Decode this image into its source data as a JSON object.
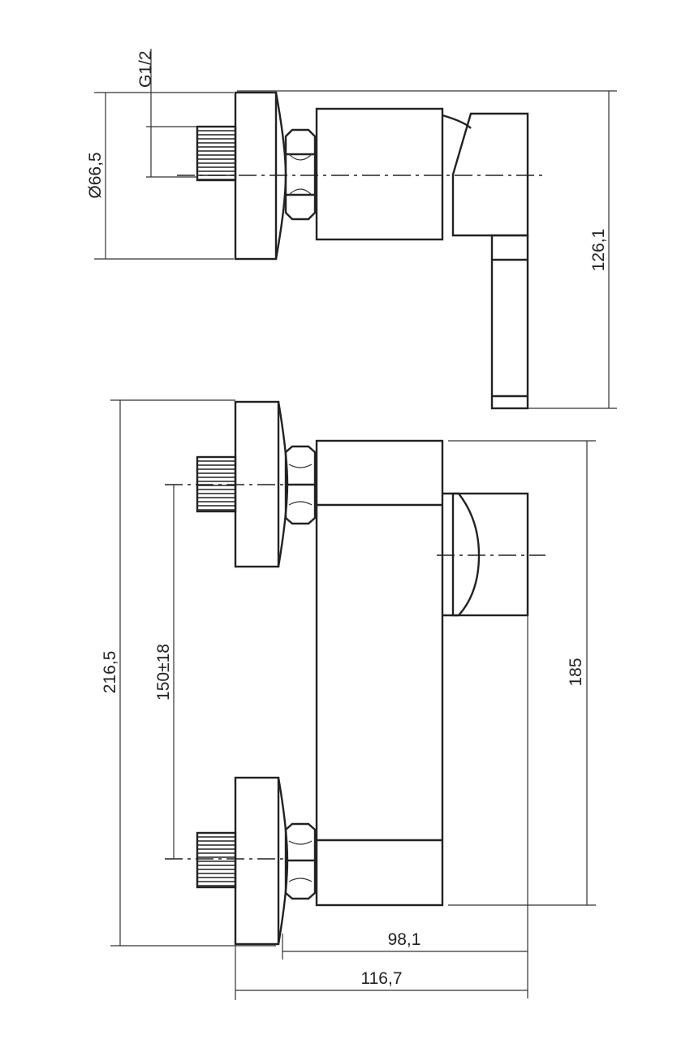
{
  "dimensions": {
    "thread": "G1/2",
    "flange_diameter": "Ø66,5",
    "side_height": "126,1",
    "total_height": "216,5",
    "inlet_spacing": "150±18",
    "body_height": "185",
    "depth_body": "98,1",
    "depth_total": "116,7"
  }
}
